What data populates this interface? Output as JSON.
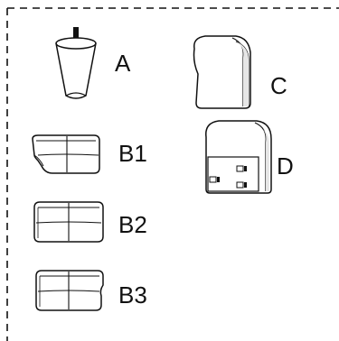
{
  "parts": {
    "a": {
      "label": "A",
      "icon": "furniture-leg-icon"
    },
    "b1": {
      "label": "B1",
      "icon": "seat-cushion-icon"
    },
    "b2": {
      "label": "B2",
      "icon": "seat-cushion-icon"
    },
    "b3": {
      "label": "B3",
      "icon": "seat-cushion-icon"
    },
    "c": {
      "label": "C",
      "icon": "back-cushion-icon"
    },
    "d": {
      "label": "D",
      "icon": "backrest-frame-icon"
    }
  },
  "colors": {
    "stroke": "#111111",
    "border": "#111111",
    "fill": "#ffffff",
    "shade": "#e6e6e6"
  }
}
